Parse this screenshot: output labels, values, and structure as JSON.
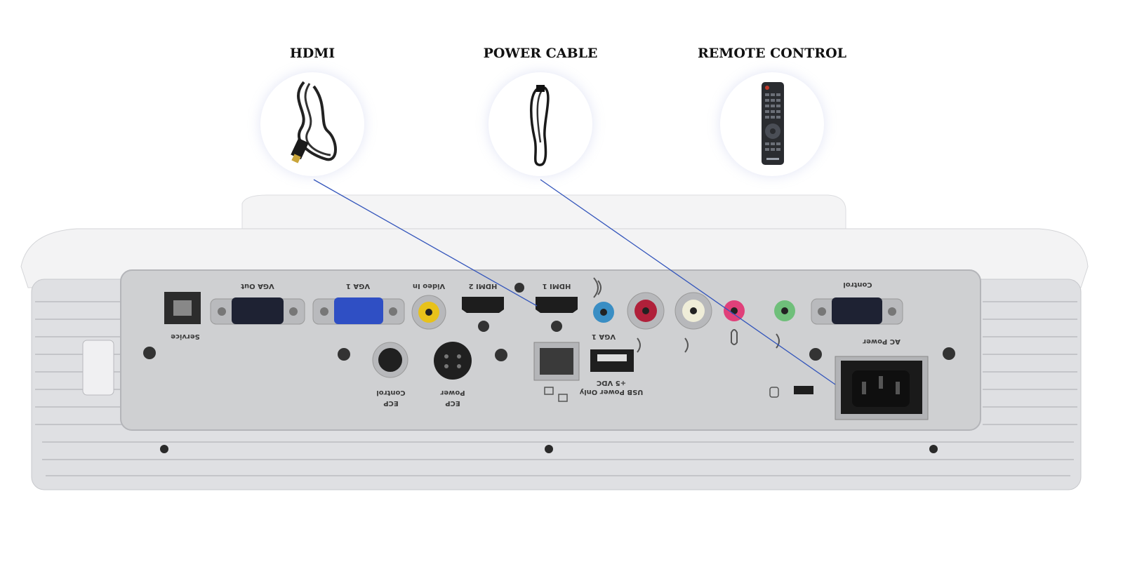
{
  "accessories": [
    {
      "id": "hdmi",
      "title": "HDMI",
      "icon": "hdmi-cable-icon"
    },
    {
      "id": "power",
      "title": "POWER CABLE",
      "icon": "power-cable-icon"
    },
    {
      "id": "remote",
      "title": "REMOTE CONTROL",
      "icon": "remote-control-icon"
    }
  ],
  "panel_labels": {
    "service": "Service",
    "vga_out": "VGA Out",
    "vga1": "VGA 1",
    "video_in": "Video In",
    "hdmi2": "HDMI 2",
    "hdmi1": "HDMI 1",
    "control": "Control",
    "vga1_audio": "VGA 1",
    "ac_power": "AC Power",
    "ecp_control_1": "ECP",
    "ecp_control_2": "Control",
    "ecp_power_1": "ECP",
    "ecp_power_2": "Power",
    "usb_1": "USB Power Only",
    "usb_2": "+5 VDC"
  },
  "colors": {
    "pointer_line": "#3355bb",
    "panel": "#cfd0d2",
    "body": "#e4e5e7",
    "vga_blue": "#2f4fc4",
    "rca_yellow": "#e8c21a",
    "rca_red": "#b0203a",
    "jack_blue": "#3a8ec4",
    "jack_pink": "#e0407a",
    "jack_green": "#6fbf7a"
  }
}
